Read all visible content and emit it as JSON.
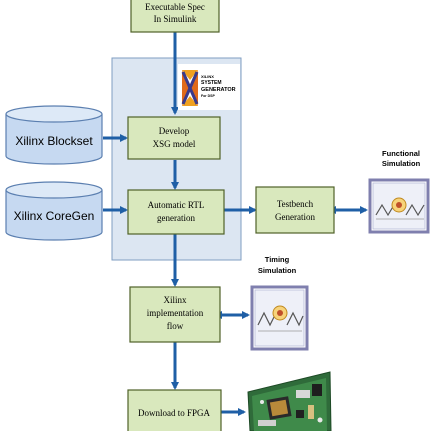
{
  "colors": {
    "box_fill": "#d9e8bd",
    "box_stroke": "#4f6228",
    "panel_fill": "#dce6f2",
    "panel_stroke": "#7f9ec2",
    "cylinder_fill": "#c6d9f1",
    "cylinder_stroke": "#5b7fb0",
    "arrow": "#1f5fa6",
    "sim_frame": "#7f7fae",
    "sim_fill": "#ffffff"
  },
  "nodes": {
    "spec": [
      "Executable Spec",
      "In Simulink"
    ],
    "develop": [
      "Develop",
      "XSG model"
    ],
    "rtl": [
      "Automatic RTL",
      "generation"
    ],
    "testbench": [
      "Testbench",
      "Generation"
    ],
    "impl": [
      "Xilinx",
      "implementation",
      "flow"
    ],
    "download": [
      "Download to FPGA"
    ]
  },
  "cylinders": {
    "blockset": "Xilinx Blockset",
    "coregen": "Xilinx CoreGen"
  },
  "captions": {
    "functional": [
      "Functional",
      "Simulation"
    ],
    "timing": [
      "Timing",
      "Simulation"
    ]
  },
  "logo": {
    "icon": "system-generator-x-logo",
    "lines": [
      "XILINX",
      "SYSTEM",
      "GENERATOR",
      "For DSP"
    ]
  },
  "icons": {
    "sim": "waveform-simulation-icon",
    "board": "fpga-board-photo"
  }
}
